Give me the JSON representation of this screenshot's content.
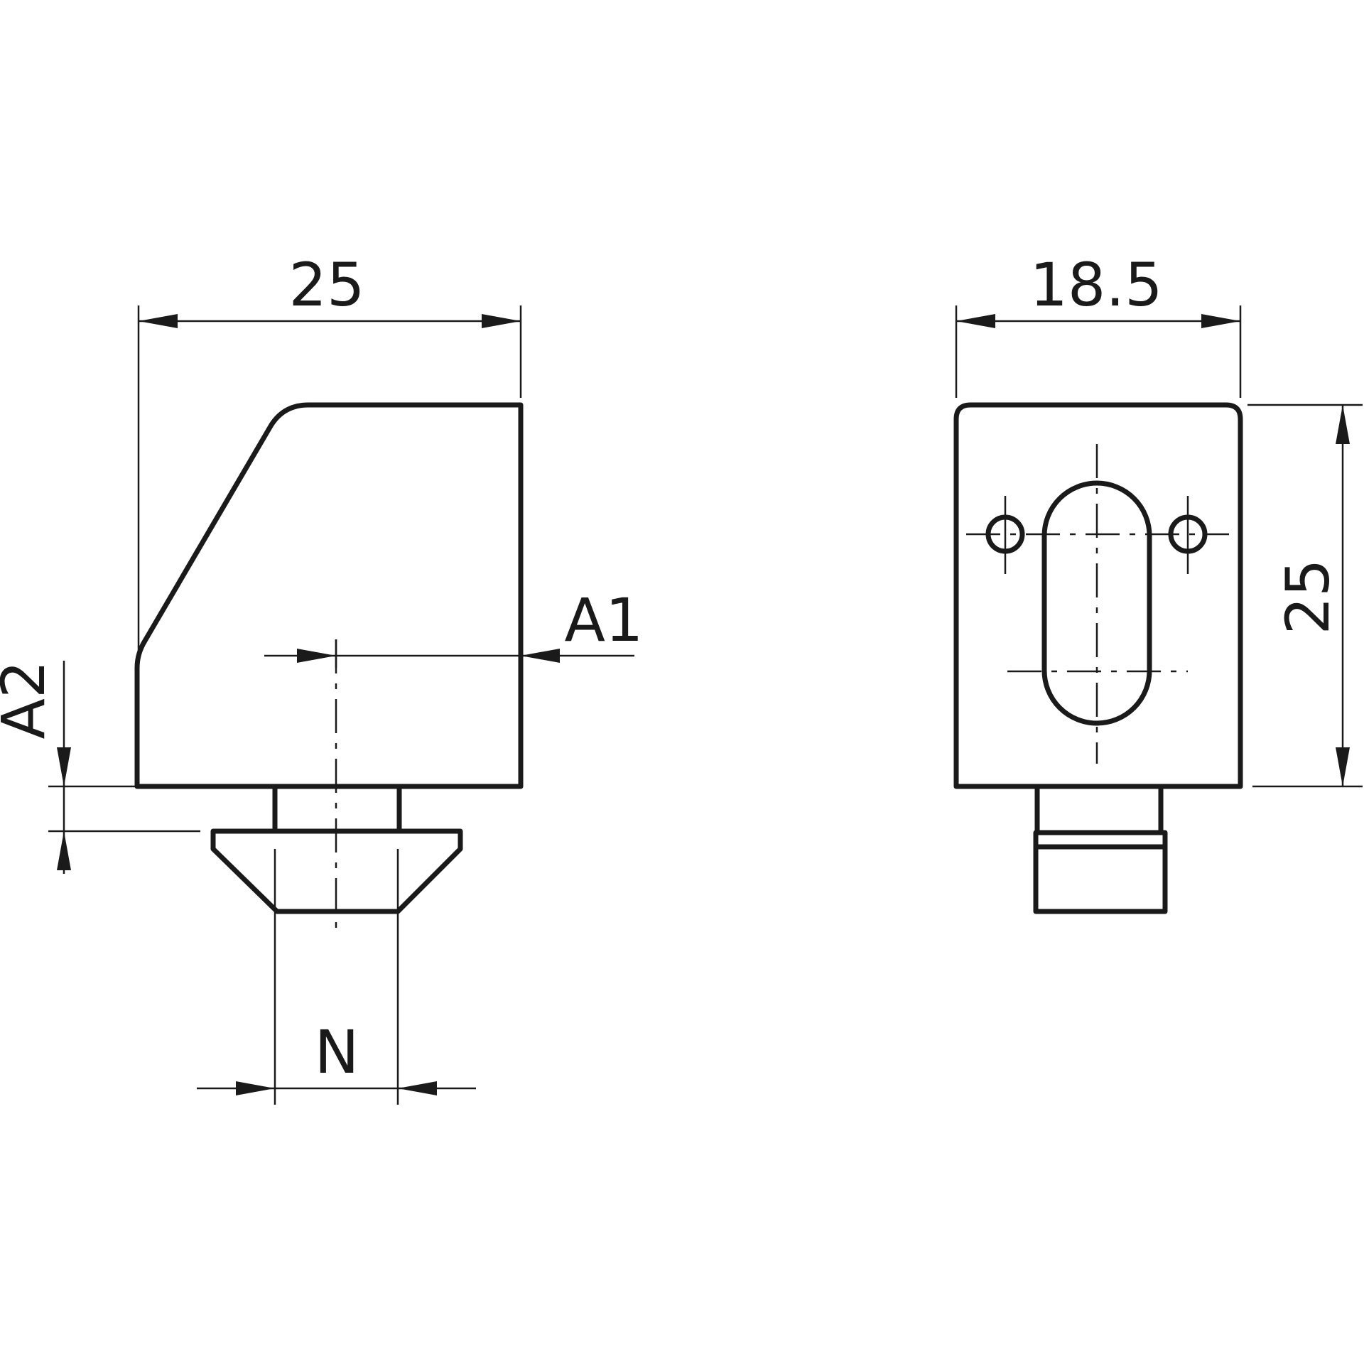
{
  "side_view": {
    "width_label": "25",
    "offset_label": "A1",
    "depth_label": "A2",
    "slot_label": "N"
  },
  "front_view": {
    "width_label": "18.5",
    "height_label": "25"
  },
  "colors": {
    "line": "#1a1a1a",
    "background": "#ffffff"
  }
}
